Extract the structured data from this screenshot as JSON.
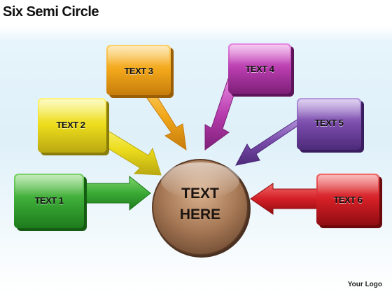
{
  "title": "Six Semi Circle",
  "footer_logo": "Your Logo",
  "center": {
    "line1": "TEXT",
    "line2": "HERE",
    "color": "#a87a57"
  },
  "boxes": [
    {
      "label": "TEXT 1",
      "color": "#3aaa35"
    },
    {
      "label": "TEXT 2",
      "color": "#e9d81b"
    },
    {
      "label": "TEXT 3",
      "color": "#f0a418"
    },
    {
      "label": "TEXT 4",
      "color": "#b83cae"
    },
    {
      "label": "TEXT 5",
      "color": "#7a4cab"
    },
    {
      "label": "TEXT 6",
      "color": "#d41f26"
    }
  ]
}
